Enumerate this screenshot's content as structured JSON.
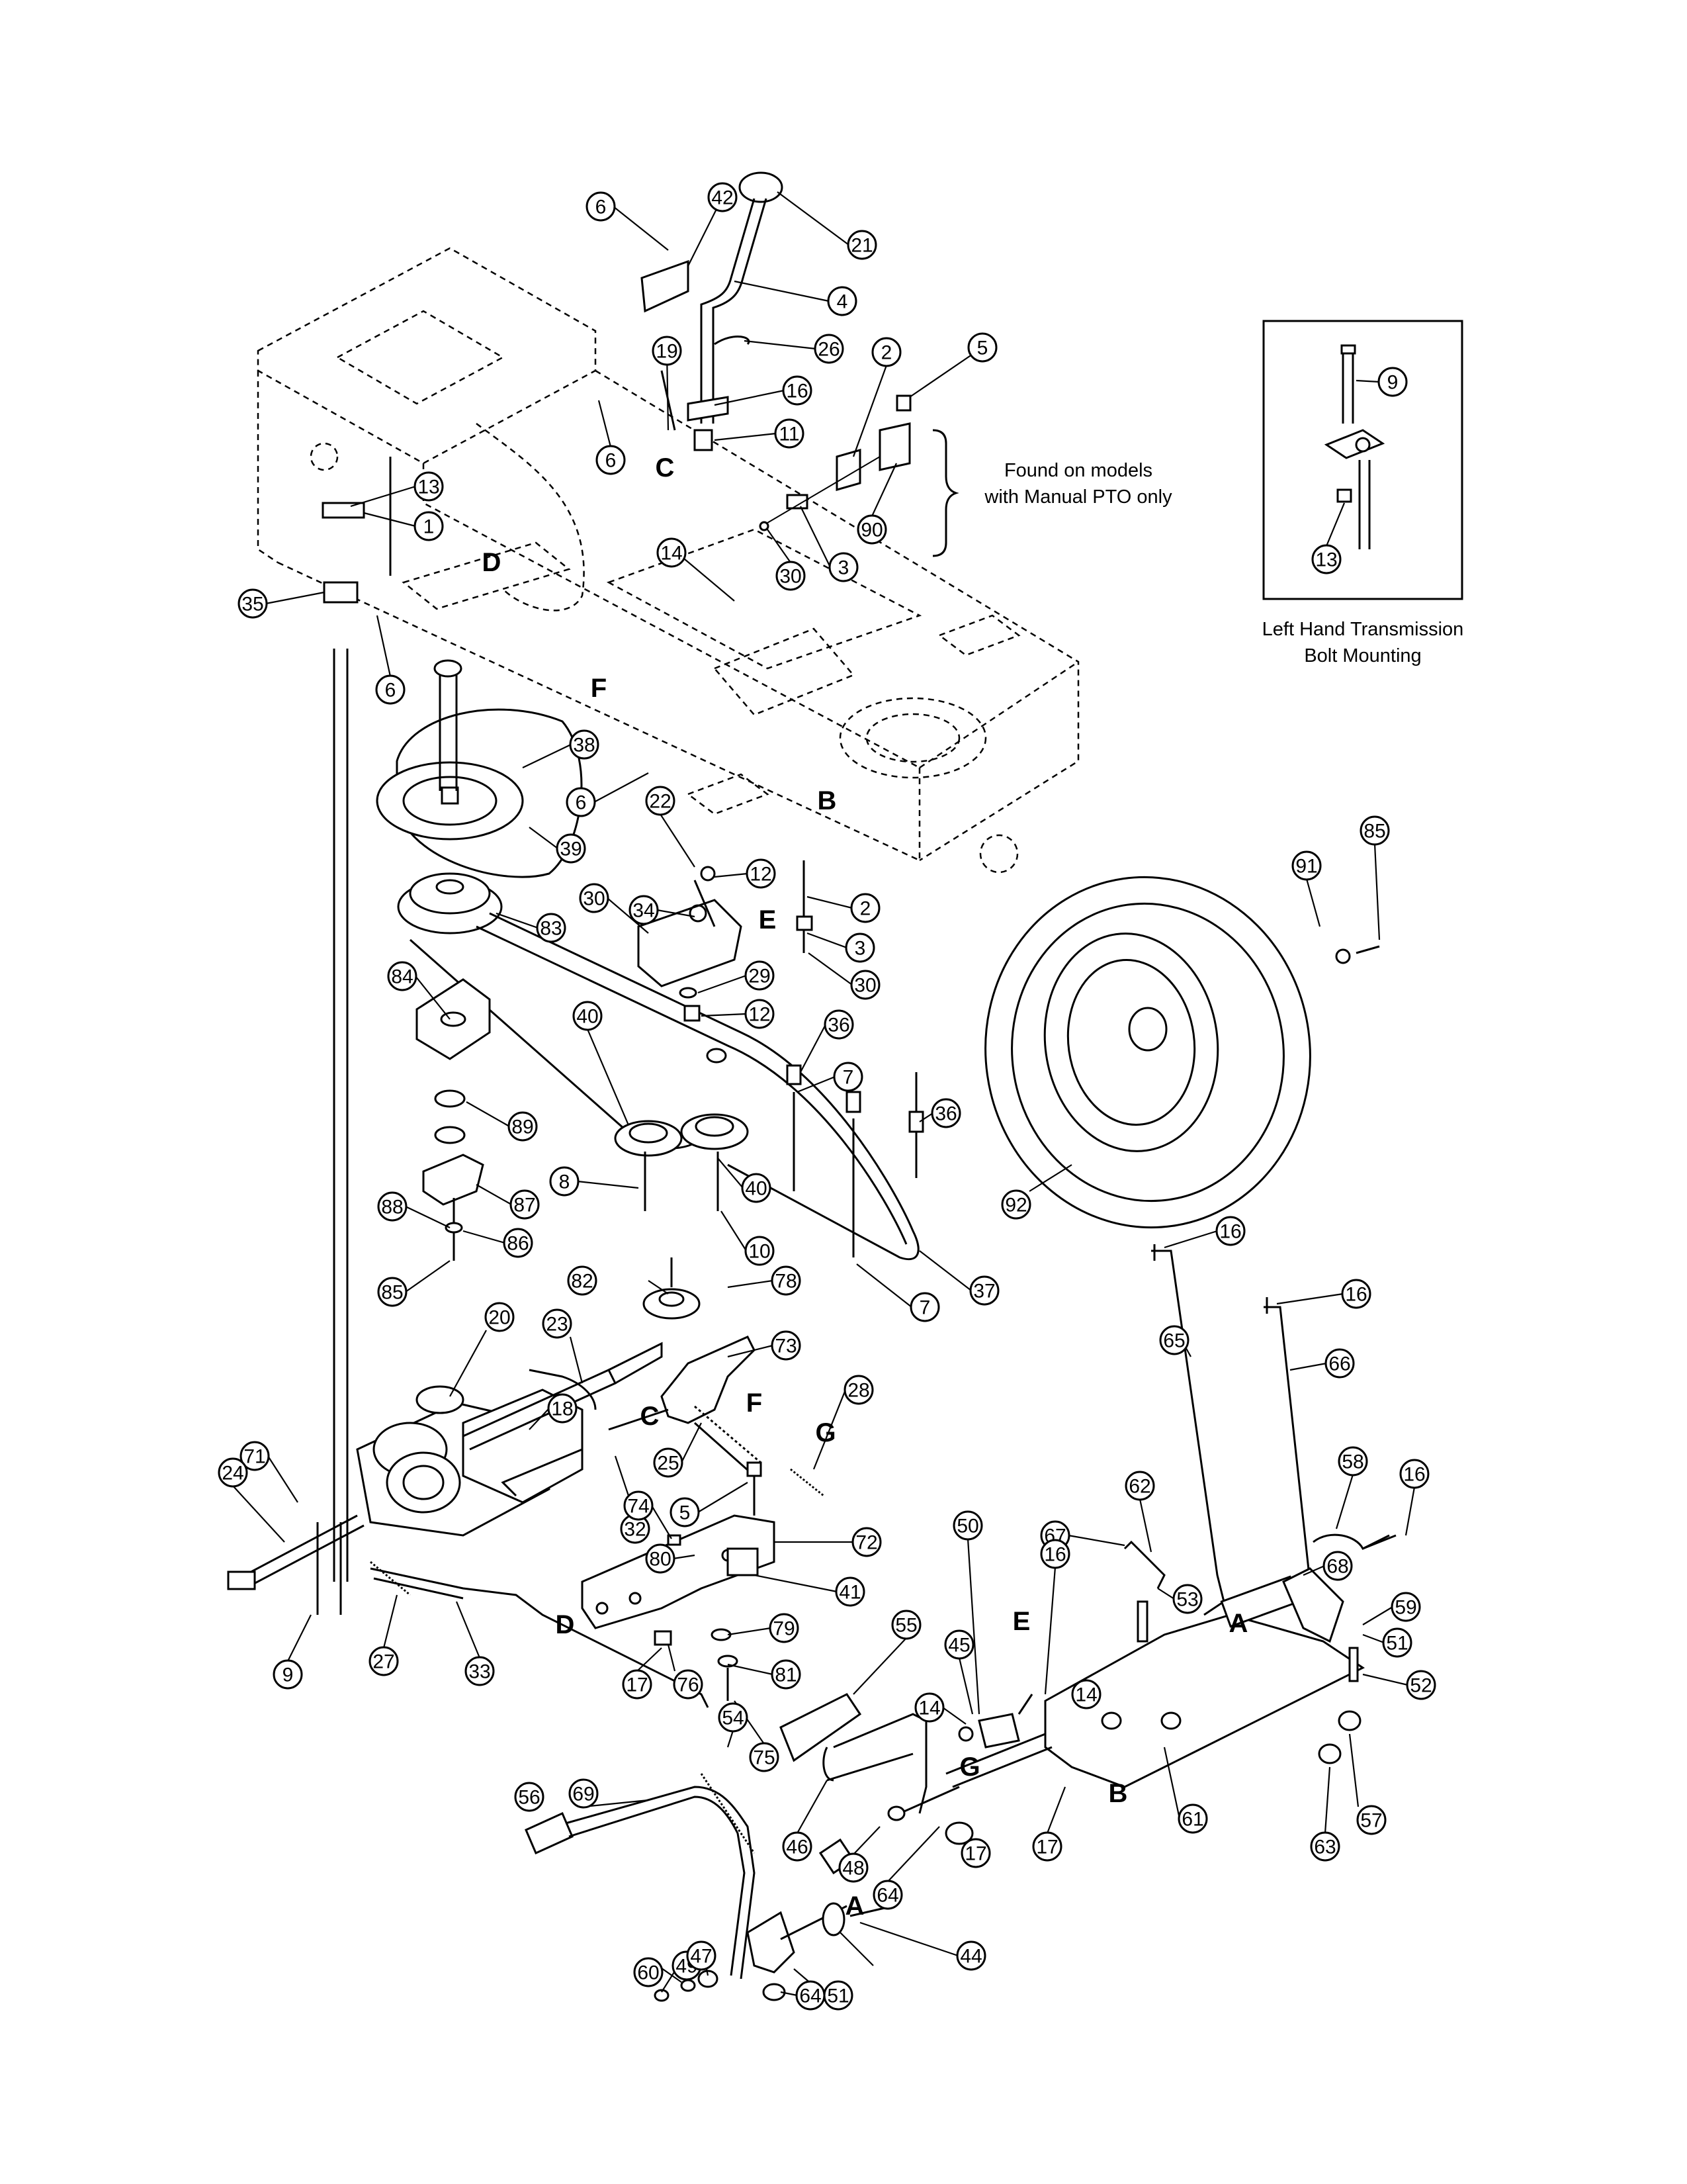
{
  "callouts": [
    {
      "n": "6"
    },
    {
      "n": "42"
    },
    {
      "n": "21"
    },
    {
      "n": "4"
    },
    {
      "n": "26"
    },
    {
      "n": "19"
    },
    {
      "n": "16"
    },
    {
      "n": "11"
    },
    {
      "n": "2"
    },
    {
      "n": "5"
    },
    {
      "n": "90"
    },
    {
      "n": "30"
    },
    {
      "n": "3"
    },
    {
      "n": "6"
    },
    {
      "n": "13"
    },
    {
      "n": "1"
    },
    {
      "n": "35"
    },
    {
      "n": "6"
    },
    {
      "n": "14"
    },
    {
      "n": "38"
    },
    {
      "n": "6"
    },
    {
      "n": "39"
    },
    {
      "n": "22"
    },
    {
      "n": "12"
    },
    {
      "n": "34"
    },
    {
      "n": "30"
    },
    {
      "n": "2"
    },
    {
      "n": "3"
    },
    {
      "n": "30"
    },
    {
      "n": "83"
    },
    {
      "n": "84"
    },
    {
      "n": "29"
    },
    {
      "n": "12"
    },
    {
      "n": "40"
    },
    {
      "n": "36"
    },
    {
      "n": "7"
    },
    {
      "n": "36"
    },
    {
      "n": "89"
    },
    {
      "n": "87"
    },
    {
      "n": "8"
    },
    {
      "n": "40"
    },
    {
      "n": "88"
    },
    {
      "n": "86"
    },
    {
      "n": "10"
    },
    {
      "n": "85"
    },
    {
      "n": "7"
    },
    {
      "n": "37"
    },
    {
      "n": "92"
    },
    {
      "n": "91"
    },
    {
      "n": "85"
    },
    {
      "n": "82"
    },
    {
      "n": "78"
    },
    {
      "n": "20"
    },
    {
      "n": "23"
    },
    {
      "n": "73"
    },
    {
      "n": "28"
    },
    {
      "n": "18"
    },
    {
      "n": "25"
    },
    {
      "n": "32"
    },
    {
      "n": "71"
    },
    {
      "n": "24"
    },
    {
      "n": "5"
    },
    {
      "n": "74"
    },
    {
      "n": "72"
    },
    {
      "n": "80"
    },
    {
      "n": "41"
    },
    {
      "n": "79"
    },
    {
      "n": "9"
    },
    {
      "n": "27"
    },
    {
      "n": "33"
    },
    {
      "n": "17"
    },
    {
      "n": "76"
    },
    {
      "n": "81"
    },
    {
      "n": "55"
    },
    {
      "n": "75"
    },
    {
      "n": "16"
    },
    {
      "n": "65"
    },
    {
      "n": "16"
    },
    {
      "n": "66"
    },
    {
      "n": "58"
    },
    {
      "n": "16"
    },
    {
      "n": "62"
    },
    {
      "n": "67"
    },
    {
      "n": "53"
    },
    {
      "n": "68"
    },
    {
      "n": "59"
    },
    {
      "n": "51"
    },
    {
      "n": "52"
    },
    {
      "n": "50"
    },
    {
      "n": "16"
    },
    {
      "n": "45"
    },
    {
      "n": "14"
    },
    {
      "n": "14"
    },
    {
      "n": "57"
    },
    {
      "n": "63"
    },
    {
      "n": "61"
    },
    {
      "n": "17"
    },
    {
      "n": "46"
    },
    {
      "n": "48"
    },
    {
      "n": "64"
    },
    {
      "n": "54"
    },
    {
      "n": "56"
    },
    {
      "n": "69"
    },
    {
      "n": "49"
    },
    {
      "n": "60"
    },
    {
      "n": "47"
    },
    {
      "n": "64"
    },
    {
      "n": "51"
    },
    {
      "n": "44"
    },
    {
      "n": "17"
    },
    {
      "n": "9"
    },
    {
      "n": "13"
    }
  ],
  "letters": [
    "C",
    "D",
    "F",
    "B",
    "E",
    "C",
    "F",
    "G",
    "D",
    "E",
    "A",
    "B",
    "G",
    "A"
  ],
  "notes": {
    "manual_pto_line1": "Found on models",
    "manual_pto_line2": "with Manual PTO only",
    "inset_title_line1": "Left Hand Transmission",
    "inset_title_line2": "Bolt Mounting"
  }
}
